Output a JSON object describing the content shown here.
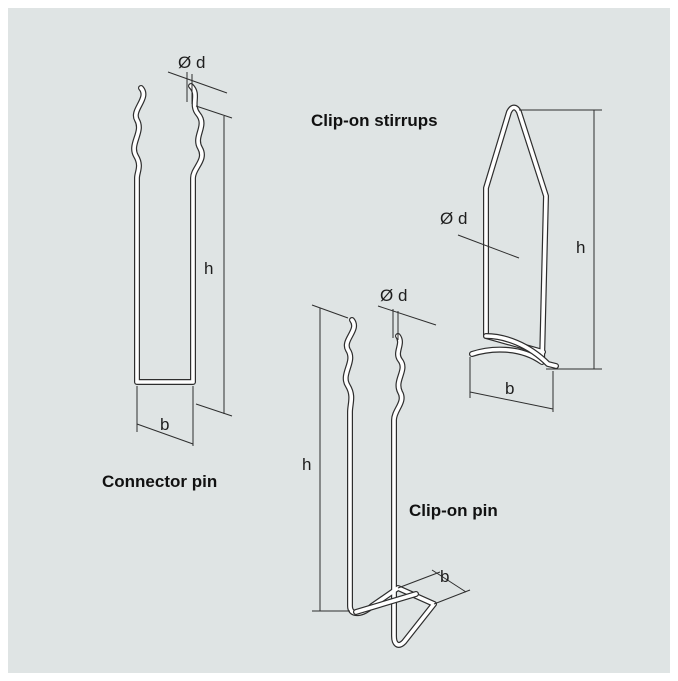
{
  "labels": {
    "connector_pin": "Connector pin",
    "clip_on_stirrups": "Clip-on stirrups",
    "clip_on_pin": "Clip-on pin"
  },
  "dimensions": {
    "diameter": "Ø d",
    "height": "h",
    "width": "b"
  },
  "colors": {
    "background": "#dfe4e4",
    "wire_outline": "#2e2e2e",
    "wire_fill": "#ffffff"
  }
}
